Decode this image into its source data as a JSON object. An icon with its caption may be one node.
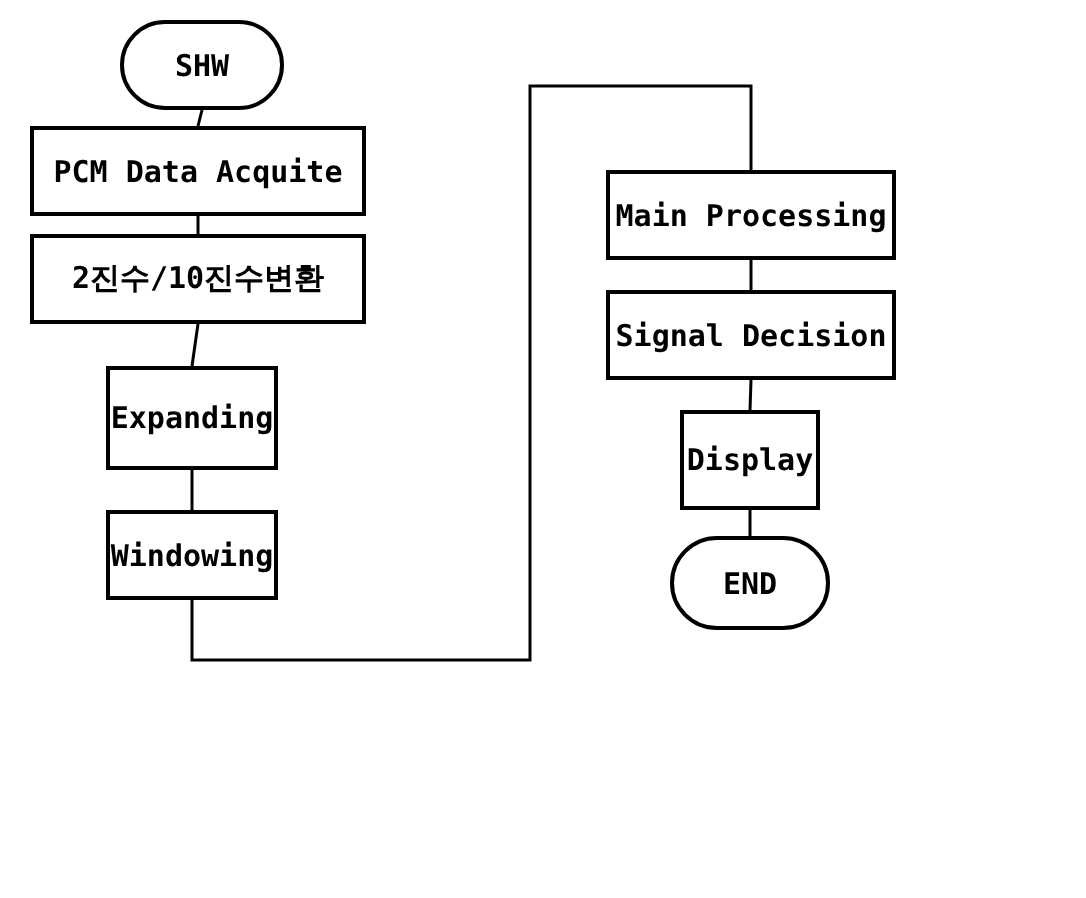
{
  "diagram": {
    "nodes": [
      {
        "text": [
          "SHW"
        ]
      },
      {
        "text": [
          "PCM Data Acquite"
        ]
      },
      {
        "text": [
          "2진수/10진수변환"
        ]
      },
      {
        "text": [
          "Expanding"
        ]
      },
      {
        "text": [
          "Windowing"
        ]
      },
      {
        "text": [
          "Main Processing"
        ]
      },
      {
        "text": [
          "Signal Decision"
        ]
      },
      {
        "text": [
          "Display"
        ]
      },
      {
        "text": [
          "END"
        ]
      }
    ],
    "edges": [
      {
        "from": 0,
        "to": 1,
        "arrow": "none"
      },
      {
        "from": 1,
        "to": 2,
        "arrow": "none"
      },
      {
        "from": 2,
        "to": 3,
        "arrow": "none"
      },
      {
        "from": 3,
        "to": 4,
        "arrow": "none"
      },
      {
        "from": 4,
        "to": 5,
        "arrow": "none"
      },
      {
        "from": 5,
        "to": 6,
        "arrow": "none"
      },
      {
        "from": 6,
        "to": 7,
        "arrow": "none"
      },
      {
        "from": 7,
        "to": 8,
        "arrow": "none"
      }
    ]
  }
}
